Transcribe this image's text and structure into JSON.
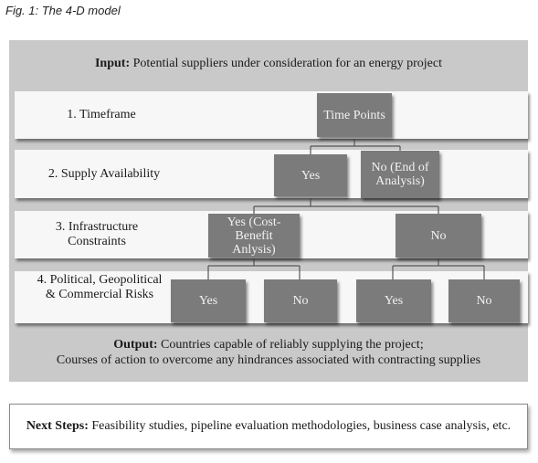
{
  "caption": "Fig. 1: The 4-D model",
  "input": {
    "label": "Input:",
    "text": "Potential suppliers under consideration for an energy project"
  },
  "bands": [
    {
      "label": "1. Timeframe"
    },
    {
      "label": "2. Supply Availability"
    },
    {
      "label": "3. Infrastructure Constraints"
    },
    {
      "label": "4. Political, Geopolitical & Commercial Risks"
    }
  ],
  "nodes": {
    "time_points": "Time Points",
    "supply_yes": "Yes",
    "supply_no": "No (End of Analysis)",
    "infra_yes": "Yes (Cost-Benefit Anlysis)",
    "infra_no": "No",
    "risk_yes_1": "Yes",
    "risk_no_1": "No",
    "risk_yes_2": "Yes",
    "risk_no_2": "No"
  },
  "output": {
    "label": "Output:",
    "line1": "Countries capable of reliably supplying the project;",
    "line2": "Courses of action to overcome any hindrances associated with contracting supplies"
  },
  "next_steps": {
    "label": "Next Steps:",
    "text": "Feasibility studies, pipeline evaluation methodologies, business case analysis, etc."
  },
  "colors": {
    "panel": "#c9c9c9",
    "band": "#f7f7f7",
    "box": "#7b7b7b",
    "box_text": "#f2f2f2"
  }
}
